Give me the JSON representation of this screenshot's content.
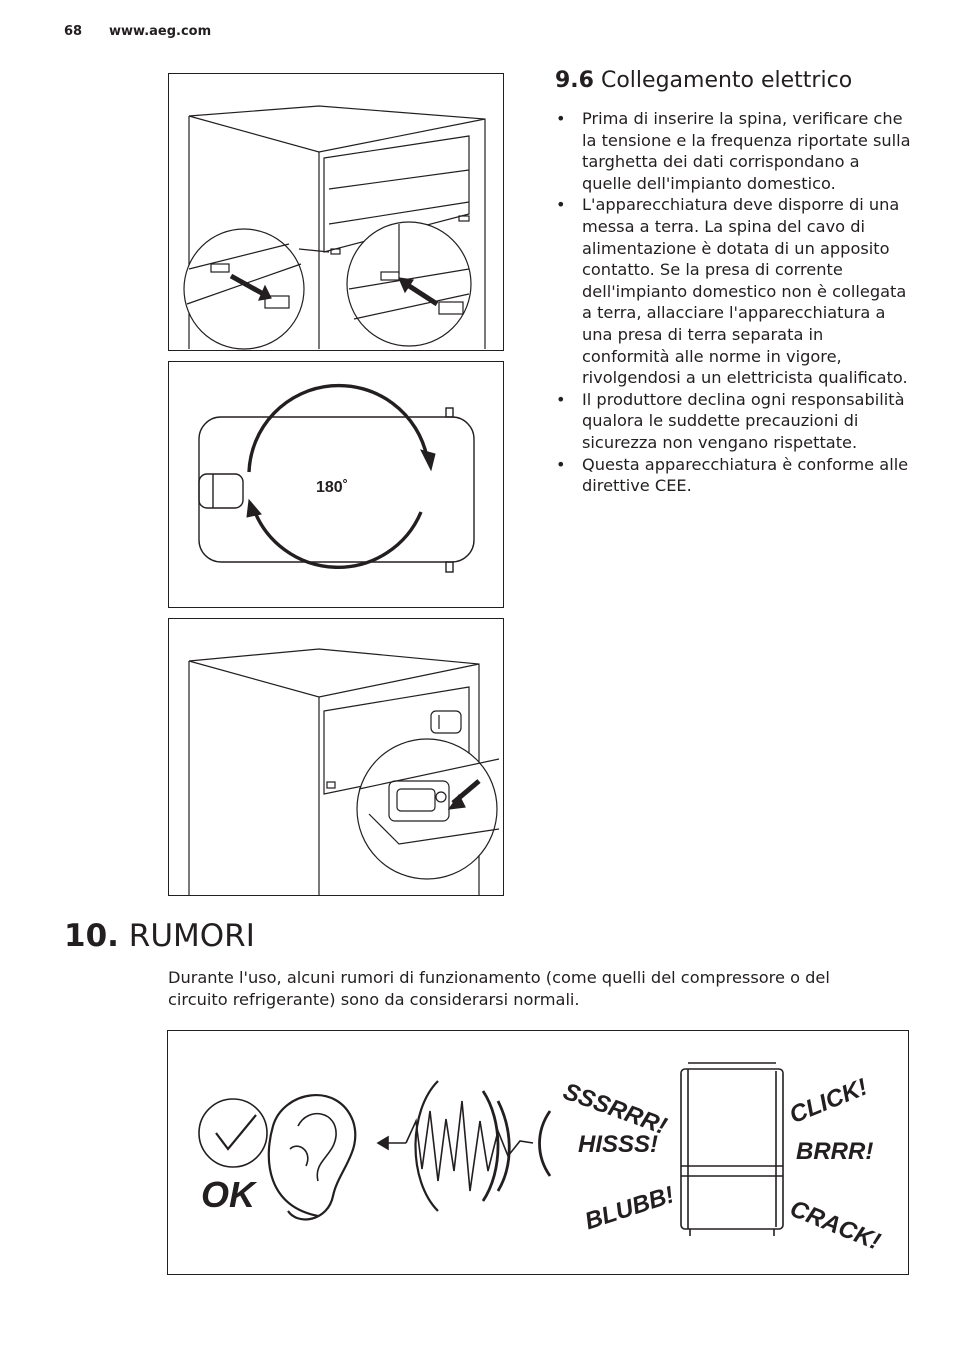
{
  "header": {
    "page_number": "68",
    "website": "www.aeg.com"
  },
  "section": {
    "number": "9.6",
    "title": "Collegamento elettrico",
    "bullets": [
      "Prima di inserire la spina, verificare che la tensione e la frequenza riportate sulla targhetta dei dati corrispondano a quelle dell'impianto domestico.",
      "L'apparecchiatura deve disporre di una messa a terra. La spina del cavo di alimentazione è dotata di un apposito contatto. Se la presa di corrente dell'impianto domestico non è collegata a terra, allacciare l'apparecchiatura a una presa di terra separata in conformità alle norme in vigore, rivolgendosi a un elettricista qualificato.",
      "Il produttore declina ogni responsabilità qualora le suddette precauzioni di sicurezza non vengano rispettate.",
      "Questa apparecchiatura è conforme alle direttive CEE."
    ]
  },
  "figures": {
    "rotation_label": "180˚"
  },
  "chapter": {
    "number": "10.",
    "title": "RUMORI",
    "intro": "Durante l'uso, alcuni rumori di funzionamento (come quelli del compressore o del circuito refrigerante) sono da considerarsi normali."
  },
  "noise_figure": {
    "ok_label": "OK",
    "sounds": [
      "SSSRRR!",
      "HISSS!",
      "BLUBB!",
      "CLICK!",
      "BRRR!",
      "CRACK!"
    ]
  }
}
